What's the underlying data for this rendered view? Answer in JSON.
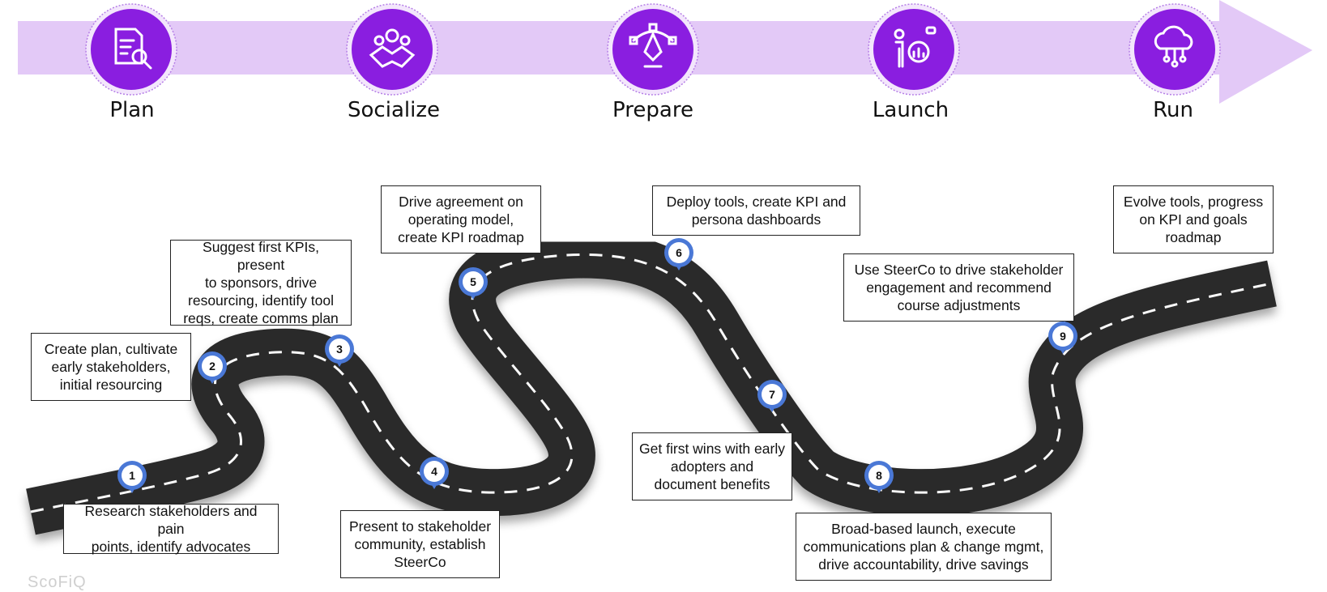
{
  "phases": [
    {
      "label": "Plan",
      "icon": "document-search-icon"
    },
    {
      "label": "Socialize",
      "icon": "team-handshake-icon"
    },
    {
      "label": "Prepare",
      "icon": "pen-tool-icon"
    },
    {
      "label": "Launch",
      "icon": "presenter-analytics-icon"
    },
    {
      "label": "Run",
      "icon": "cloud-network-icon"
    }
  ],
  "colors": {
    "arrow": "#e3c9f7",
    "circle": "#8a1ee0",
    "road": "#2b2b2b",
    "pin": "#4a78d6"
  },
  "milestones": [
    {
      "num": "1",
      "text": "Research stakeholders and pain points, identify advocates"
    },
    {
      "num": "2",
      "text": "Create plan, cultivate early stakeholders, initial resourcing"
    },
    {
      "num": "3",
      "text": "Suggest first KPIs, present to sponsors, drive resourcing, identify tool reqs, create comms plan"
    },
    {
      "num": "4",
      "text": "Present to stakeholder community, establish SteerCo"
    },
    {
      "num": "5",
      "text": "Drive agreement on operating model, create KPI roadmap"
    },
    {
      "num": "6",
      "text": "Deploy tools, create KPI and persona dashboards"
    },
    {
      "num": "7",
      "text": "Get first wins with early adopters and document benefits"
    },
    {
      "num": "8",
      "text": "Broad-based launch, execute communications plan & change mgmt, drive accountability, drive savings"
    },
    {
      "num": "9",
      "text": "Use SteerCo to drive stakeholder engagement and recommend course adjustments"
    },
    {
      "num": "",
      "text": "Evolve tools, progress on KPI and goals roadmap"
    }
  ],
  "boxes": [
    {
      "text": "Research stakeholders and pain\npoints, identify advocates"
    },
    {
      "text": "Create plan, cultivate\nearly stakeholders,\ninitial resourcing"
    },
    {
      "text": "Suggest first KPIs, present\nto sponsors, drive\nresourcing, identify tool\nreqs, create comms plan"
    },
    {
      "text": "Present to stakeholder\ncommunity, establish\nSteerCo"
    },
    {
      "text": "Drive agreement on\noperating model,\ncreate KPI roadmap"
    },
    {
      "text": "Deploy tools, create KPI and\npersona dashboards"
    },
    {
      "text": "Get first wins with early\nadopters and\ndocument benefits"
    },
    {
      "text": "Broad-based launch, execute\ncommunications plan & change mgmt,\ndrive accountability, drive savings"
    },
    {
      "text": "Use SteerCo to drive stakeholder\nengagement and recommend\ncourse adjustments"
    },
    {
      "text": "Evolve tools, progress\non KPI and goals\nroadmap"
    }
  ],
  "watermark": "ScoFiQ"
}
